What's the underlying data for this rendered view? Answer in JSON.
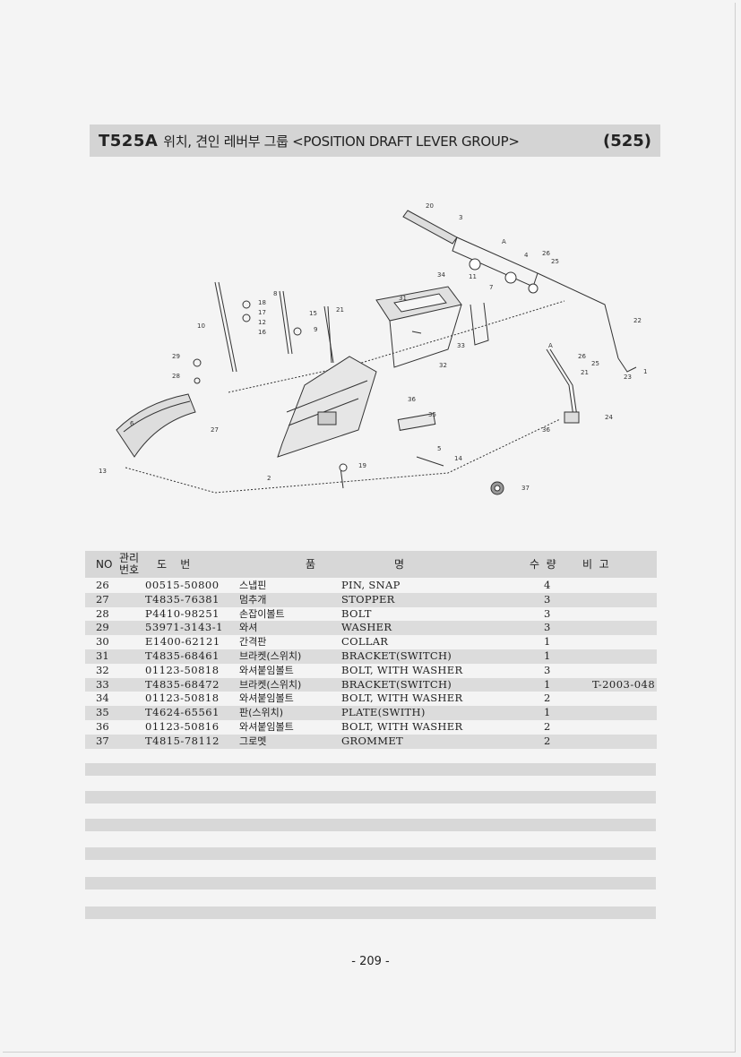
{
  "title": {
    "code": "T525A",
    "text": "위치, 견인 레버부 그룹 <POSITION DRAFT LEVER GROUP>",
    "number": "(525)"
  },
  "table": {
    "headers": {
      "no": "NO",
      "mgmt_top": "관리",
      "mgmt_bottom": "번호",
      "drawing": "도    번",
      "name_a": "품",
      "name_b": "명",
      "qty": "수  량",
      "remark": "비  고"
    },
    "rows": [
      {
        "no": "26",
        "part": "00515-50800",
        "kr": "스냅핀",
        "en": "PIN, SNAP",
        "qty": "4",
        "remark": ""
      },
      {
        "no": "27",
        "part": "T4835-76381",
        "kr": "멈추개",
        "en": "STOPPER",
        "qty": "3",
        "remark": ""
      },
      {
        "no": "28",
        "part": "P4410-98251",
        "kr": "손잡이볼트",
        "en": "BOLT",
        "qty": "3",
        "remark": ""
      },
      {
        "no": "29",
        "part": "53971-3143-1",
        "kr": "와셔",
        "en": "WASHER",
        "qty": "3",
        "remark": ""
      },
      {
        "no": "30",
        "part": "E1400-62121",
        "kr": "간격판",
        "en": "COLLAR",
        "qty": "1",
        "remark": ""
      },
      {
        "no": "31",
        "part": "T4835-68461",
        "kr": "브라켓(스위치)",
        "en": "BRACKET(SWITCH)",
        "qty": "1",
        "remark": ""
      },
      {
        "no": "32",
        "part": "01123-50818",
        "kr": "와셔붙임볼트",
        "en": "BOLT, WITH WASHER",
        "qty": "3",
        "remark": ""
      },
      {
        "no": "33",
        "part": "T4835-68472",
        "kr": "브라켓(스위치)",
        "en": "BRACKET(SWITCH)",
        "qty": "1",
        "remark": "T-2003-048"
      },
      {
        "no": "34",
        "part": "01123-50818",
        "kr": "와셔붙임볼트",
        "en": "BOLT, WITH WASHER",
        "qty": "2",
        "remark": ""
      },
      {
        "no": "35",
        "part": "T4624-65561",
        "kr": "판(스위치)",
        "en": "PLATE(SWITH)",
        "qty": "1",
        "remark": ""
      },
      {
        "no": "36",
        "part": "01123-50816",
        "kr": "와셔붙임볼트",
        "en": "BOLT, WITH WASHER",
        "qty": "2",
        "remark": ""
      },
      {
        "no": "37",
        "part": "T4815-78112",
        "kr": "그로멧",
        "en": "GROMMET",
        "qty": "2",
        "remark": ""
      }
    ]
  },
  "diagram_labels": [
    "20",
    "3",
    "4",
    "26",
    "25",
    "34",
    "11",
    "7",
    "31",
    "22",
    "10",
    "8",
    "18",
    "17",
    "12",
    "16",
    "15",
    "9",
    "21",
    "28",
    "29",
    "27",
    "6",
    "13",
    "33",
    "32",
    "36",
    "35",
    "26",
    "25",
    "23",
    "1",
    "21",
    "36",
    "24",
    "5",
    "14",
    "19",
    "2",
    "37",
    "A",
    "A"
  ],
  "page_number": "- 209 -"
}
